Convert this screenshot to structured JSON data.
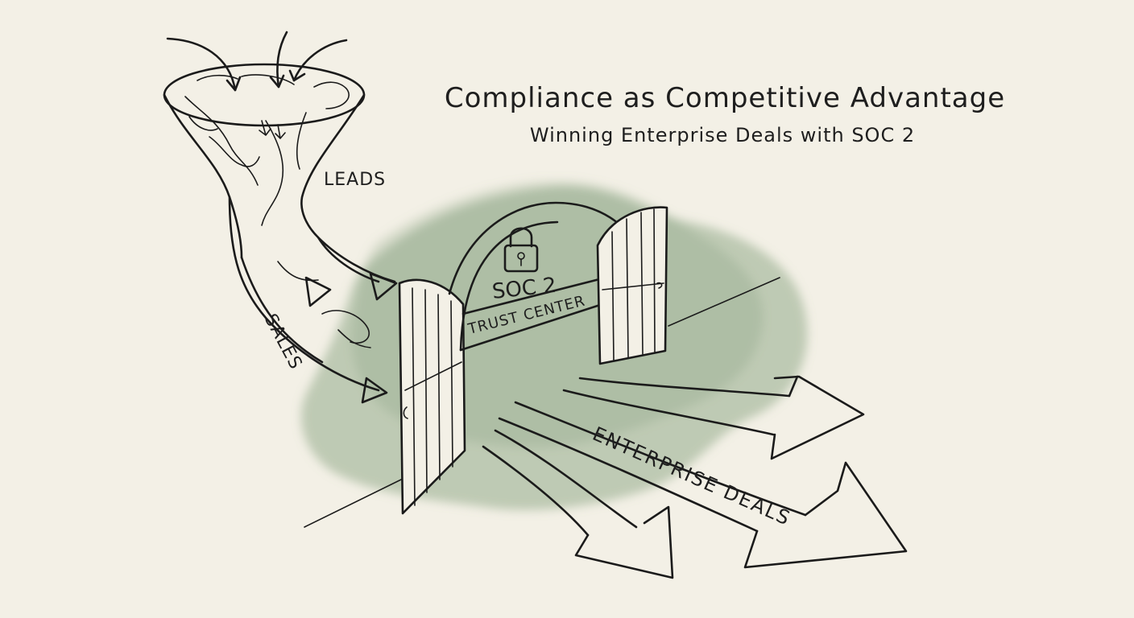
{
  "title": "Compliance as Competitive Advantage",
  "subtitle": "Winning Enterprise Deals with SOC 2",
  "labels": {
    "leads": "LEADS",
    "sales": "SALES",
    "gate_title": "SOC 2",
    "gate_subtitle": "TRUST CENTER",
    "outcome": "ENTERPRISE DEALS"
  },
  "icons": {
    "funnel": "funnel-icon",
    "lock": "padlock-icon",
    "gate": "open-gate-icon"
  },
  "colors": {
    "paper": "#f3f0e6",
    "wash": "#7f9c78",
    "ink": "#1b1b1b"
  }
}
